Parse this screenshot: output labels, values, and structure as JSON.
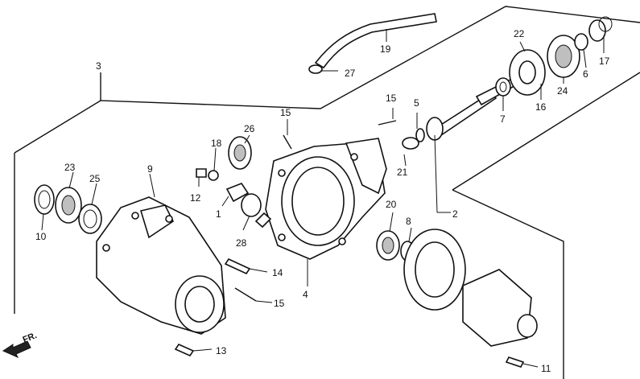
{
  "diagram": {
    "orientation_label": "FR.",
    "callouts": {
      "p1": "1",
      "p2": "2",
      "p3": "3",
      "p4": "4",
      "p6": "6",
      "p7": "7",
      "p8": "8",
      "p9": "9",
      "p10": "10",
      "p11": "11",
      "p12": "12",
      "p13": "13",
      "p14": "14",
      "p15a": "15",
      "p15b": "15",
      "p15c": "15",
      "p16": "16",
      "p17": "17",
      "p18": "18",
      "p19": "19",
      "p20": "20",
      "p21": "21",
      "p22": "22",
      "p23": "23",
      "p24": "24",
      "p25": "25",
      "p26": "26",
      "p27": "27",
      "p28": "28",
      "p5": "5"
    }
  }
}
